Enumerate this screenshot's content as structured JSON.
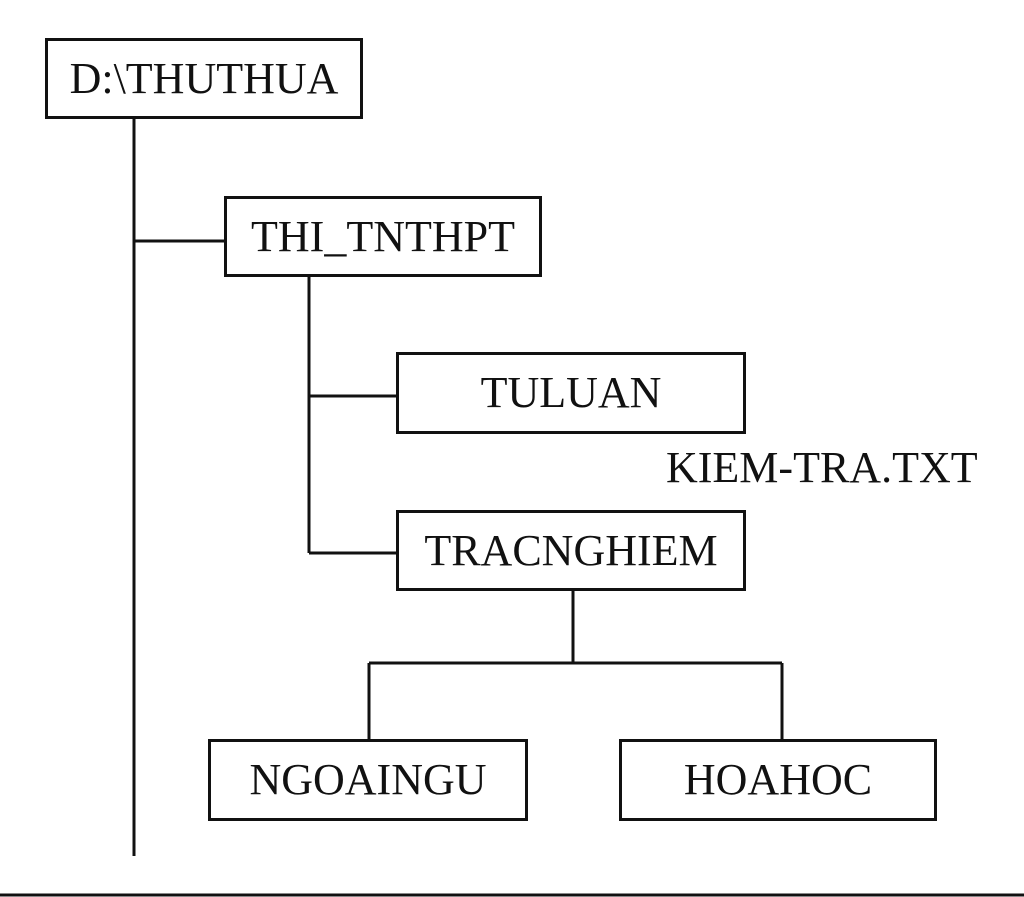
{
  "diagram": {
    "nodes": [
      {
        "id": "root",
        "label": "D:\\THUTHUA"
      },
      {
        "id": "thi",
        "label": "THI_TNTHPT"
      },
      {
        "id": "tuluan",
        "label": "TULUAN"
      },
      {
        "id": "trac",
        "label": "TRACNGHIEM"
      },
      {
        "id": "ngoai",
        "label": "NGOAINGU"
      },
      {
        "id": "hoa",
        "label": "HOAHOC"
      }
    ],
    "file": {
      "label": "KIEM-TRA.TXT"
    },
    "edges": [
      {
        "from": "root",
        "to": "thi"
      },
      {
        "from": "thi",
        "to": "tuluan"
      },
      {
        "from": "thi",
        "to": "trac"
      },
      {
        "from": "trac",
        "to": "ngoai"
      },
      {
        "from": "trac",
        "to": "hoa"
      }
    ],
    "colors": {
      "line": "#111111",
      "background": "#ffffff"
    }
  }
}
